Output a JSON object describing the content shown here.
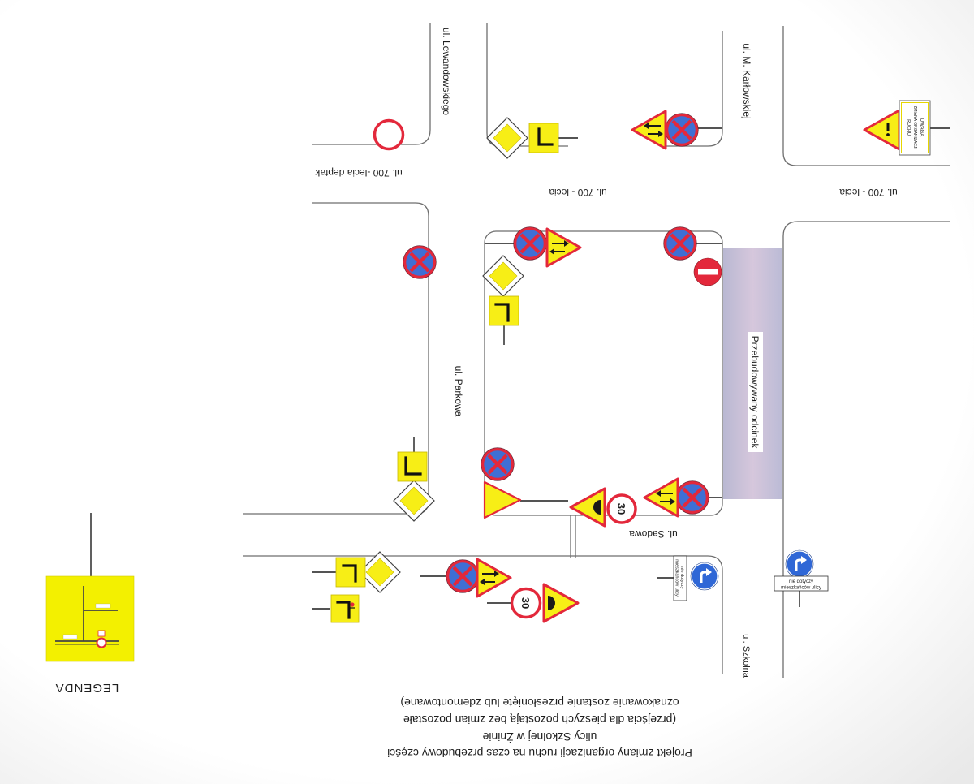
{
  "document": {
    "title_lines": [
      "Projekt zmiany organizacji ruchu na czas przebudowy części",
      "ulicy Szkolnej w Żninie",
      "(przejścia dla pieszych pozostają bez zmian pozostałe",
      "oznakowanie zostanie przesłonięte lub zdemontowane)"
    ],
    "legend_label": "LEGENDA"
  },
  "streets": {
    "lewandowskiego": "ul. Lewandowskiego",
    "karlowskiej": "ul. M. Karłowskiej",
    "deptak": "ul. 700 -lecia deptak",
    "lecia_center": "ul. 700 - lecia",
    "lecia_right": "ul. 700 - lecia",
    "parkowa": "ul. Parkowa",
    "sadowa": "ul. Sadowa",
    "szkolna": "ul. Szkolna"
  },
  "construction_zone": {
    "label": "Przebudowywany odcinek"
  },
  "sign_texts": {
    "speed_limit": "30",
    "exemption_plate_line1": "nie dotyczy",
    "exemption_plate_line2": "mieszkańców ulicy",
    "notice_plate_line1": "UWAGA",
    "notice_plate_line2": "ZMIANA ORGANIZACJI",
    "notice_plate_line3": "RUCHU"
  },
  "sign_icons": [
    "no-stopping-icon",
    "no-vehicles-icon",
    "no-entry-icon",
    "priority-road-icon",
    "priority-road-shape-icon",
    "two-way-traffic-warning-icon",
    "speed-bump-warning-icon",
    "give-way-icon",
    "speed-limit-icon",
    "turn-arrow-icon",
    "general-warning-icon"
  ],
  "colors": {
    "sign_yellow": "#f7ee16",
    "sign_red": "#e3283b",
    "sign_blue": "#3f6fd4",
    "road_line": "#6e6e6e",
    "zone_shade": "#c9c3da"
  }
}
